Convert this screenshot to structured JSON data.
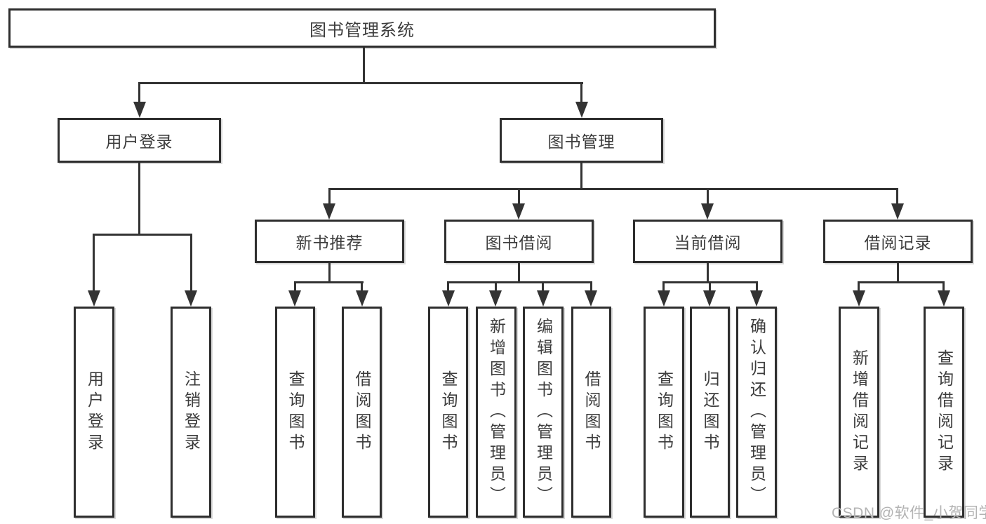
{
  "tree": {
    "label": "图书管理系统",
    "children": [
      {
        "label": "用户登录",
        "children": [
          {
            "label": "用户登录"
          },
          {
            "label": "注销登录"
          }
        ]
      },
      {
        "label": "图书管理",
        "children": [
          {
            "label": "新书推荐",
            "children": [
              {
                "label": "查询图书"
              },
              {
                "label": "借阅图书"
              }
            ]
          },
          {
            "label": "图书借阅",
            "children": [
              {
                "label": "查询图书"
              },
              {
                "label": "新增图书（管理员）"
              },
              {
                "label": "编辑图书（管理员）"
              },
              {
                "label": "借阅图书"
              }
            ]
          },
          {
            "label": "当前借阅",
            "children": [
              {
                "label": "查询图书"
              },
              {
                "label": "归还图书"
              },
              {
                "label": "确认归还（管理员）"
              }
            ]
          },
          {
            "label": "借阅记录",
            "children": [
              {
                "label": "新增借阅记录"
              },
              {
                "label": "查询借阅记录"
              }
            ]
          }
        ]
      }
    ]
  },
  "watermark": {
    "text": "CSDN @软件_小贺同学"
  },
  "colors": {
    "box_border": "#2e2e2e",
    "connector_line": "#333333",
    "text": "#3c3c3c",
    "watermark": "#b3b3b3",
    "background": "#ffffff"
  }
}
